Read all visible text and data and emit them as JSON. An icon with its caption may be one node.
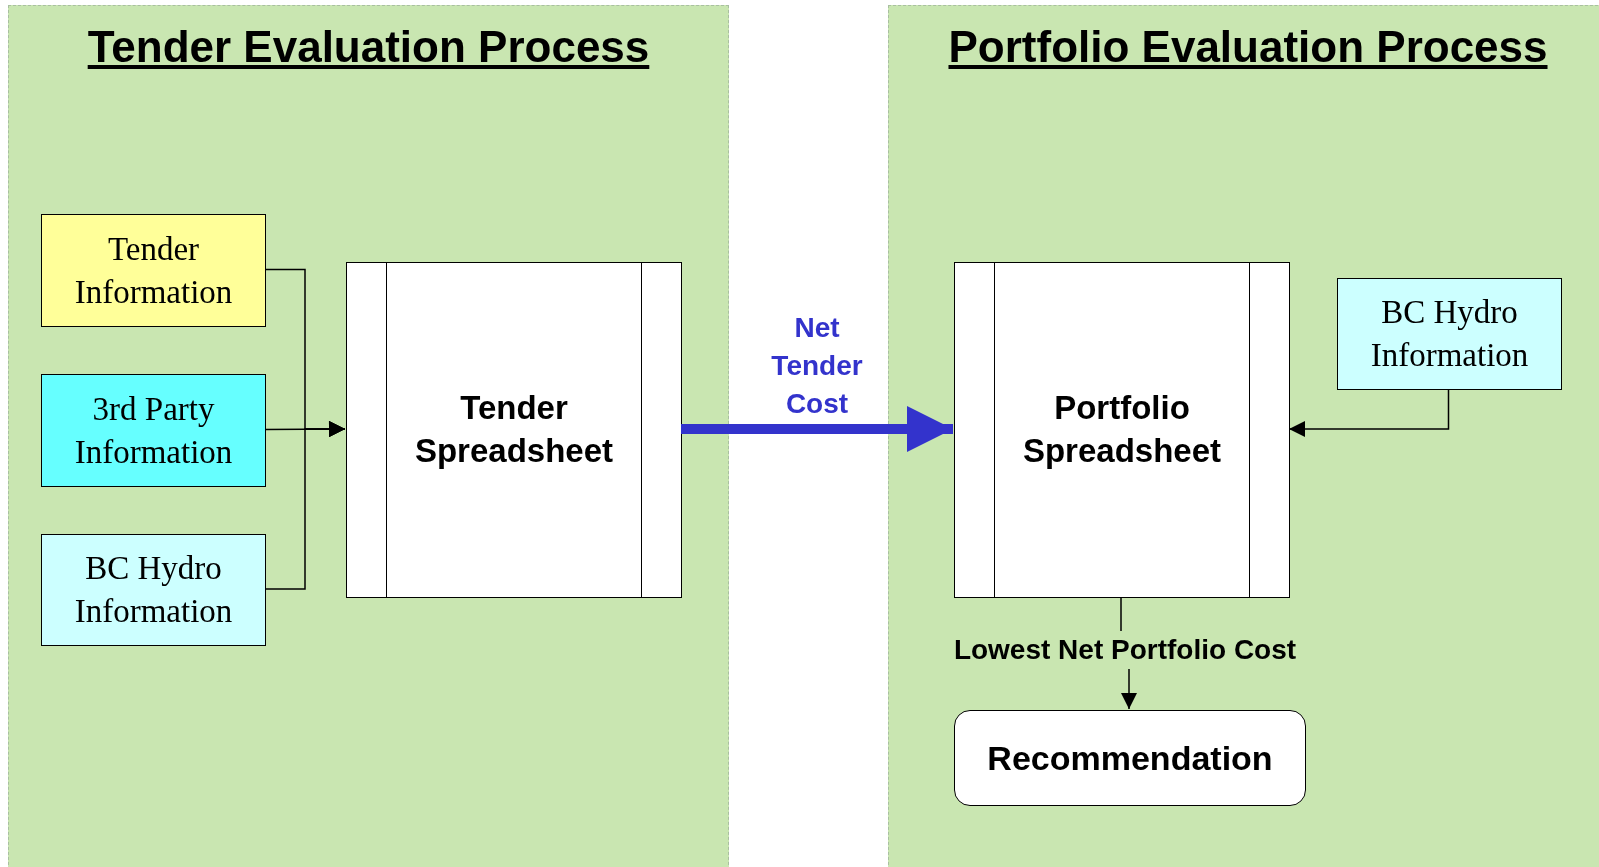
{
  "diagram": {
    "nodes": [
      {
        "text": [
          "Tender Evaluation Process"
        ]
      },
      {
        "text": [
          "Tender Information"
        ],
        "in": 0
      },
      {
        "text": [
          "3rd Party Information"
        ],
        "in": 0
      },
      {
        "text": [
          "BC Hydro Information"
        ],
        "in": 0
      },
      {
        "text": [
          "Tender Spreadsheet"
        ],
        "in": 0
      },
      {
        "text": [
          "Portfolio Evaluation Process"
        ]
      },
      {
        "text": [
          "Portfolio Spreadsheet"
        ],
        "in": 5
      },
      {
        "text": [
          "BC Hydro Information"
        ],
        "in": 5
      },
      {
        "text": [
          "Recommendation"
        ],
        "in": 5
      }
    ],
    "edges": [
      {
        "from": 1,
        "to": 4,
        "arrow": "to"
      },
      {
        "from": 2,
        "to": 4,
        "arrow": "to"
      },
      {
        "from": 3,
        "to": 4,
        "arrow": "to"
      },
      {
        "from": 4,
        "to": 6,
        "arrow": "to",
        "label": "Net Tender Cost",
        "style": "thick",
        "color": "#3333cc"
      },
      {
        "from": 7,
        "to": 6,
        "arrow": "to"
      },
      {
        "from": 6,
        "to": 8,
        "arrow": "to",
        "label": "Lowest Net Portfolio Cost"
      }
    ]
  }
}
